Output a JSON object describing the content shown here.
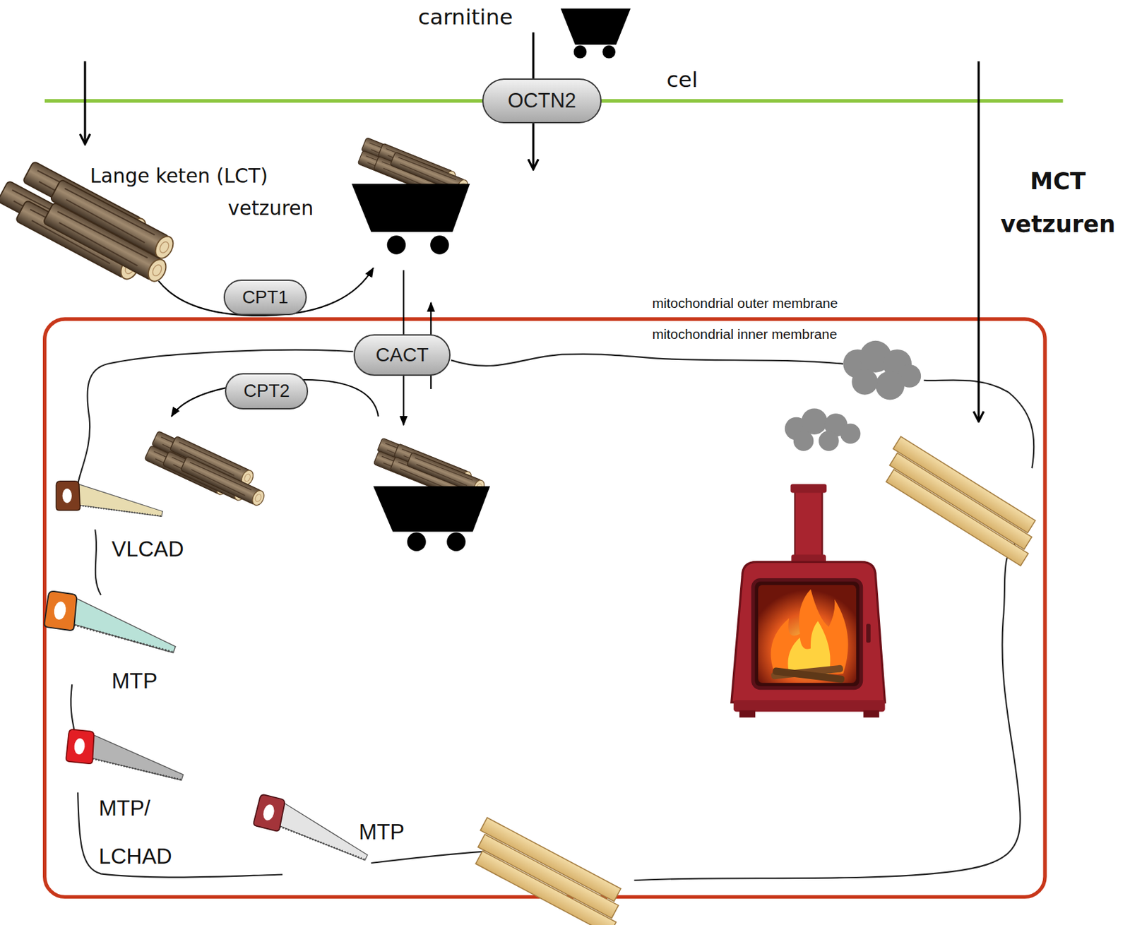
{
  "diagram": {
    "nodes": [
      {
        "text": [
          "OCTN2"
        ]
      },
      {
        "text": [
          "CPT1"
        ]
      },
      {
        "text": [
          "CACT"
        ]
      },
      {
        "text": [
          "CPT2"
        ]
      }
    ],
    "labels": [
      "carnitine",
      "cel",
      "Lange keten (LCT) vetzuren",
      "MCT vetzuren",
      "mitochondrial outer membrane",
      "mitochondrial inner membrane",
      "VLCAD",
      "MTP",
      "MTP/ LCHAD",
      "MTP"
    ]
  }
}
